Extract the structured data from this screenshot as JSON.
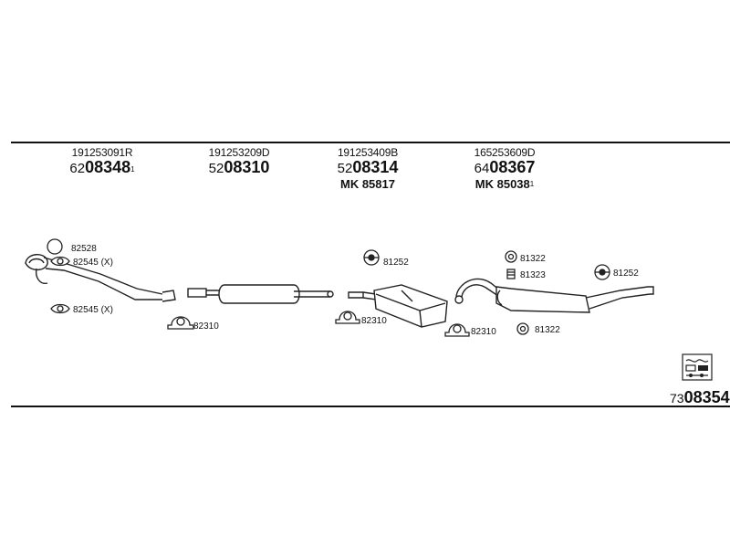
{
  "columns": [
    {
      "oem": "191253091R",
      "prefix": "62",
      "code": "08348",
      "sup": "1"
    },
    {
      "oem": "191253209D",
      "prefix": "52",
      "code": "08310"
    },
    {
      "oem": "191253409B",
      "prefix": "52",
      "code": "08314",
      "mk": "MK  85817"
    },
    {
      "oem": "165253609D",
      "prefix": "64",
      "code": "08367",
      "mk": "MK  85038",
      "mk_sup": "1"
    }
  ],
  "parts": {
    "p82528": "82528",
    "p82545a": "82545 (X)",
    "p82545b": "82545 (X)",
    "p82310a": "82310",
    "p81252a": "81252",
    "p82310b": "82310",
    "p82310c": "82310",
    "p81322a": "81322",
    "p81323": "81323",
    "p81322b": "81322",
    "p81252b": "81252"
  },
  "footer": {
    "prefix": "73",
    "code": "08354"
  }
}
